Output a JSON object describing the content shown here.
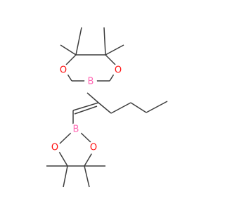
{
  "structure": {
    "atoms": [
      {
        "id": "O1",
        "label": "O",
        "color": "#ff0d0d"
      },
      {
        "id": "B1",
        "label": "B",
        "color": "#ff69b4"
      },
      {
        "id": "O2",
        "label": "O",
        "color": "#ff0d0d"
      },
      {
        "id": "B2",
        "label": "B",
        "color": "#ff69b4"
      },
      {
        "id": "O3",
        "label": "O",
        "color": "#ff0d0d"
      },
      {
        "id": "O4",
        "label": "O",
        "color": "#ff0d0d"
      }
    ],
    "bond_color": "#3d3d3d",
    "background": "#ffffff"
  }
}
